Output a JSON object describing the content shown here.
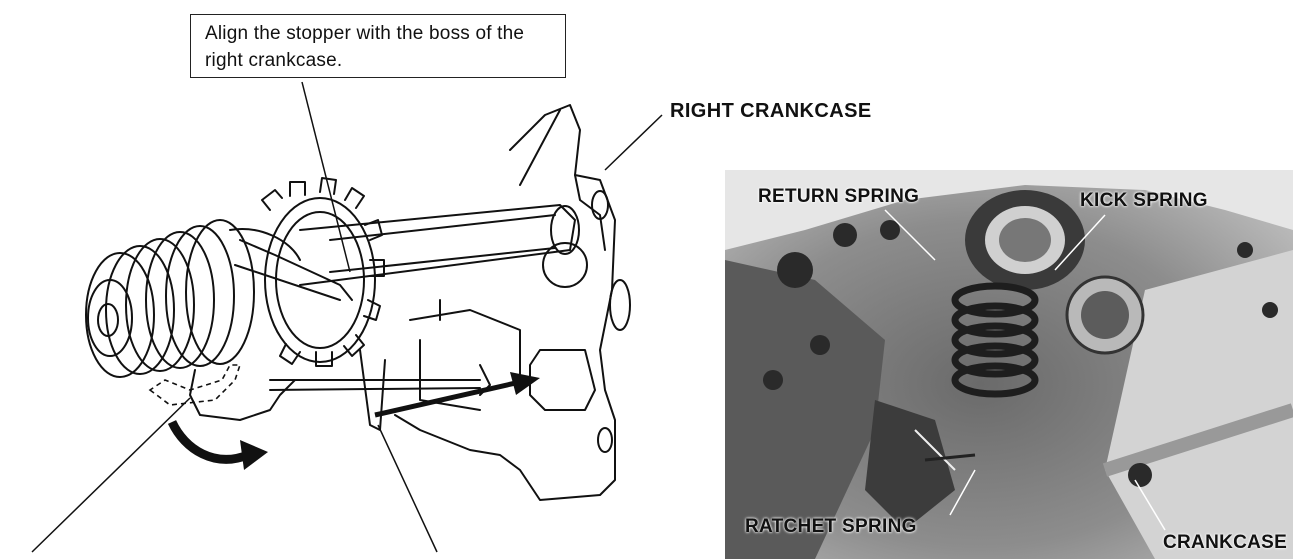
{
  "illustration": {
    "callout_text": "Align the stopper with the boss of the right crankcase.",
    "right_crankcase_label": "RIGHT CRANKCASE"
  },
  "photo": {
    "return_spring_label": "RETURN SPRING",
    "kick_spring_label": "KICK SPRING",
    "ratchet_spring_label": "RATCHET SPRING",
    "crankcase_label": "CRANKCASE"
  }
}
